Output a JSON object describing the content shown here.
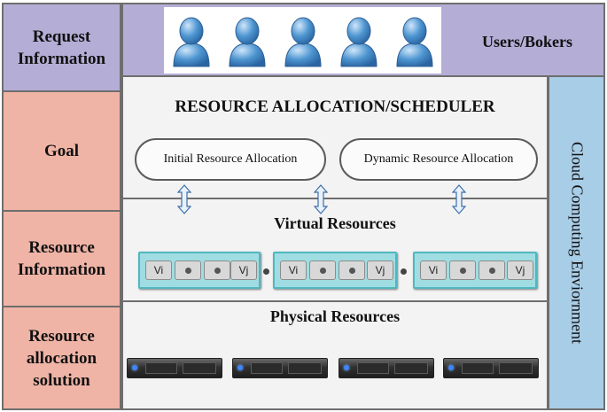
{
  "left_labels": {
    "request": "Request Information",
    "goal": "Goal",
    "resource_info": "Resource Information",
    "solution": "Resource allocation solution"
  },
  "users_label": "Users/Bokers",
  "scheduler_title": "RESOURCE ALLOCATION/SCHEDULER",
  "initial_allocation": "Initial Resource Allocation",
  "dynamic_allocation": "Dynamic Resource Allocation",
  "virtual_title": "Virtual Resources",
  "physical_title": "Physical Resources",
  "cloud_label": "Cloud Computing Enviornment",
  "vm_labels": {
    "first": "Vi",
    "last": "Vj"
  },
  "user_count": 5,
  "server_count": 4,
  "colors": {
    "purple": "#b4aed6",
    "salmon": "#efb4a6",
    "cloud_blue": "#a8cde6",
    "user_icon": "#4d95d0",
    "vm_fill": "#9fdde2"
  },
  "icons": {
    "user": "user-icon",
    "server": "server-icon",
    "arrow": "double-arrow-icon"
  }
}
